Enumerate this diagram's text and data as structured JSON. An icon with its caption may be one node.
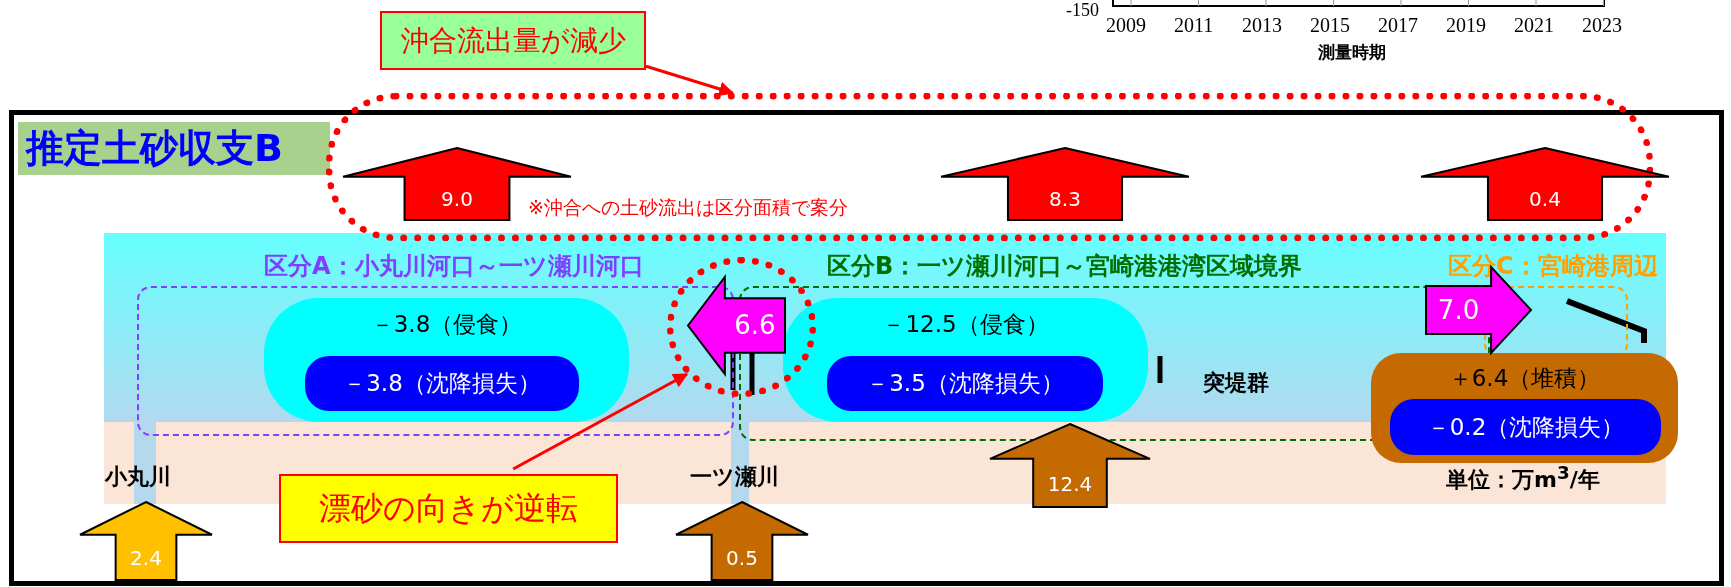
{
  "diagram": {
    "nodes": [
      {
        "text": [
          "沖合流出量が減少"
        ]
      },
      {
        "text": [],
        "shape": "box"
      },
      {
        "text": [
          "推定土砂収支B"
        ]
      },
      {
        "text": [
          "9.0"
        ],
        "in": 1
      },
      {
        "text": [
          "8.3"
        ],
        "in": 1
      },
      {
        "text": [
          "0.4"
        ],
        "in": 1
      },
      {
        "text": [
          "区分A：小丸川河口～一ツ瀬川河口"
        ],
        "in": 2
      },
      {
        "text": [
          "区分B：一ツ瀬川河口～宮崎港港湾区域境界"
        ],
        "in": 2
      },
      {
        "text": [
          "区分C：宮崎港周辺"
        ],
        "in": 2
      },
      {
        "text": [
          "－3.8（侵食）"
        ],
        "in": 6
      },
      {
        "text": [
          "－3.8（沈降損失）"
        ],
        "in": 9
      },
      {
        "text": [
          "－12.5（侵食）"
        ],
        "in": 7
      },
      {
        "text": [
          "－3.5（沈降損失）"
        ],
        "in": 11
      },
      {
        "text": [
          "＋6.4（堆積）"
        ],
        "in": 2
      },
      {
        "text": [
          "－0.2（沈降損失）"
        ],
        "in": 13
      },
      {
        "text": [],
        "shape": "circle",
        "in": 2
      },
      {
        "text": [
          "6.6"
        ],
        "in": 15
      },
      {
        "text": [
          "7.0"
        ],
        "in": 2
      },
      {
        "text": [
          "漂砂の向きが逆転"
        ],
        "in": 2
      },
      {
        "text": [
          "2.4"
        ],
        "in": 2
      },
      {
        "text": [
          "0.5"
        ],
        "in": 2
      },
      {
        "text": [
          "12.4"
        ],
        "in": 2
      }
    ],
    "edges": [
      {
        "from": 0,
        "to": 1,
        "arrow": "to"
      },
      {
        "from": 18,
        "to": 15,
        "arrow": "to"
      }
    ],
    "labels": [
      "-150",
      "2009",
      "2011",
      "2013",
      "2015",
      "2017",
      "2019",
      "2021",
      "2023",
      "測量時期",
      "※沖合への土砂流出は区分面積で案分",
      "突堤群",
      "小丸川",
      "一ツ瀬川",
      "単位：万m$^{3}$/年"
    ]
  }
}
